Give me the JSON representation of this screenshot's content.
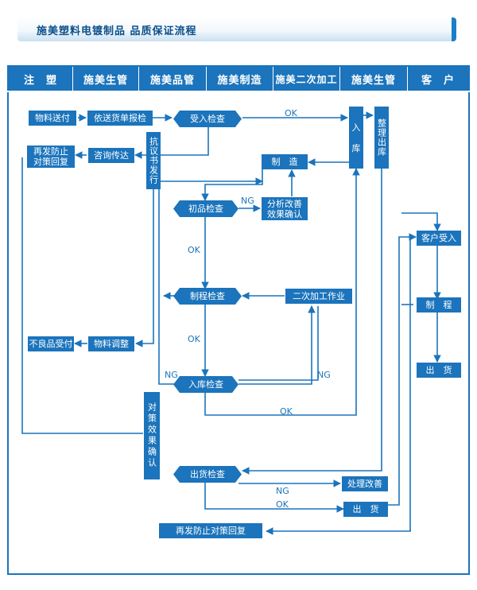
{
  "banner": {
    "title": "施美塑料电镀制品   品质保证流程"
  },
  "header": {
    "cols": [
      "注　塑",
      "施美生管",
      "施美品管",
      "施美制造",
      "施美二次加工",
      "施美生管",
      "客　户"
    ]
  },
  "boxes": {
    "wuliao_songfu": "物料送付",
    "yisong_baojian": "依送货单报检",
    "shouru_jiancha": "受入检查",
    "ruku": "入\n\n库",
    "zhengli_chuku": "整理出库",
    "zaifa_duice_1": "再发防止\n对策回复",
    "zixun_chuanda": "咨询传达",
    "kangyi_faxing": "抗议书发行",
    "zhizao": "制　造",
    "chupin_jiancha": "初品检查",
    "fenxi_gaishan": "分析改善\n效果确认",
    "kehu_shouru": "客户受入",
    "zhicheng_jiancha": "制程检查",
    "erci_jiagong": "二次加工作业",
    "kehu_zhicheng": "制　程",
    "buliang_shoufu": "不良品受付",
    "wuliao_tiaozheng": "物料调整",
    "kehu_chuhuo": "出　货",
    "ruku_jiancha": "入库检查",
    "duice_queren": "对策效果确认",
    "chuhuo_jiancha": "出货检查",
    "chuli_gaishan": "处理改善",
    "chuhuo": "出　货",
    "zaifa_duice_2": "再发防止对策回复"
  },
  "labels": {
    "ok_shouru": "OK",
    "ng_chupin": "NG",
    "ok_chupin": "OK",
    "ok_zhicheng": "OK",
    "ng_ruku_left": "NG",
    "ng_ruku_right": "NG",
    "ok_ruku": "OK",
    "ng_chuhuo": "NG",
    "ok_chuhuo": "OK"
  },
  "colors": {
    "primary": "#1b74bc",
    "banner_dark": "#0b4f8a"
  }
}
